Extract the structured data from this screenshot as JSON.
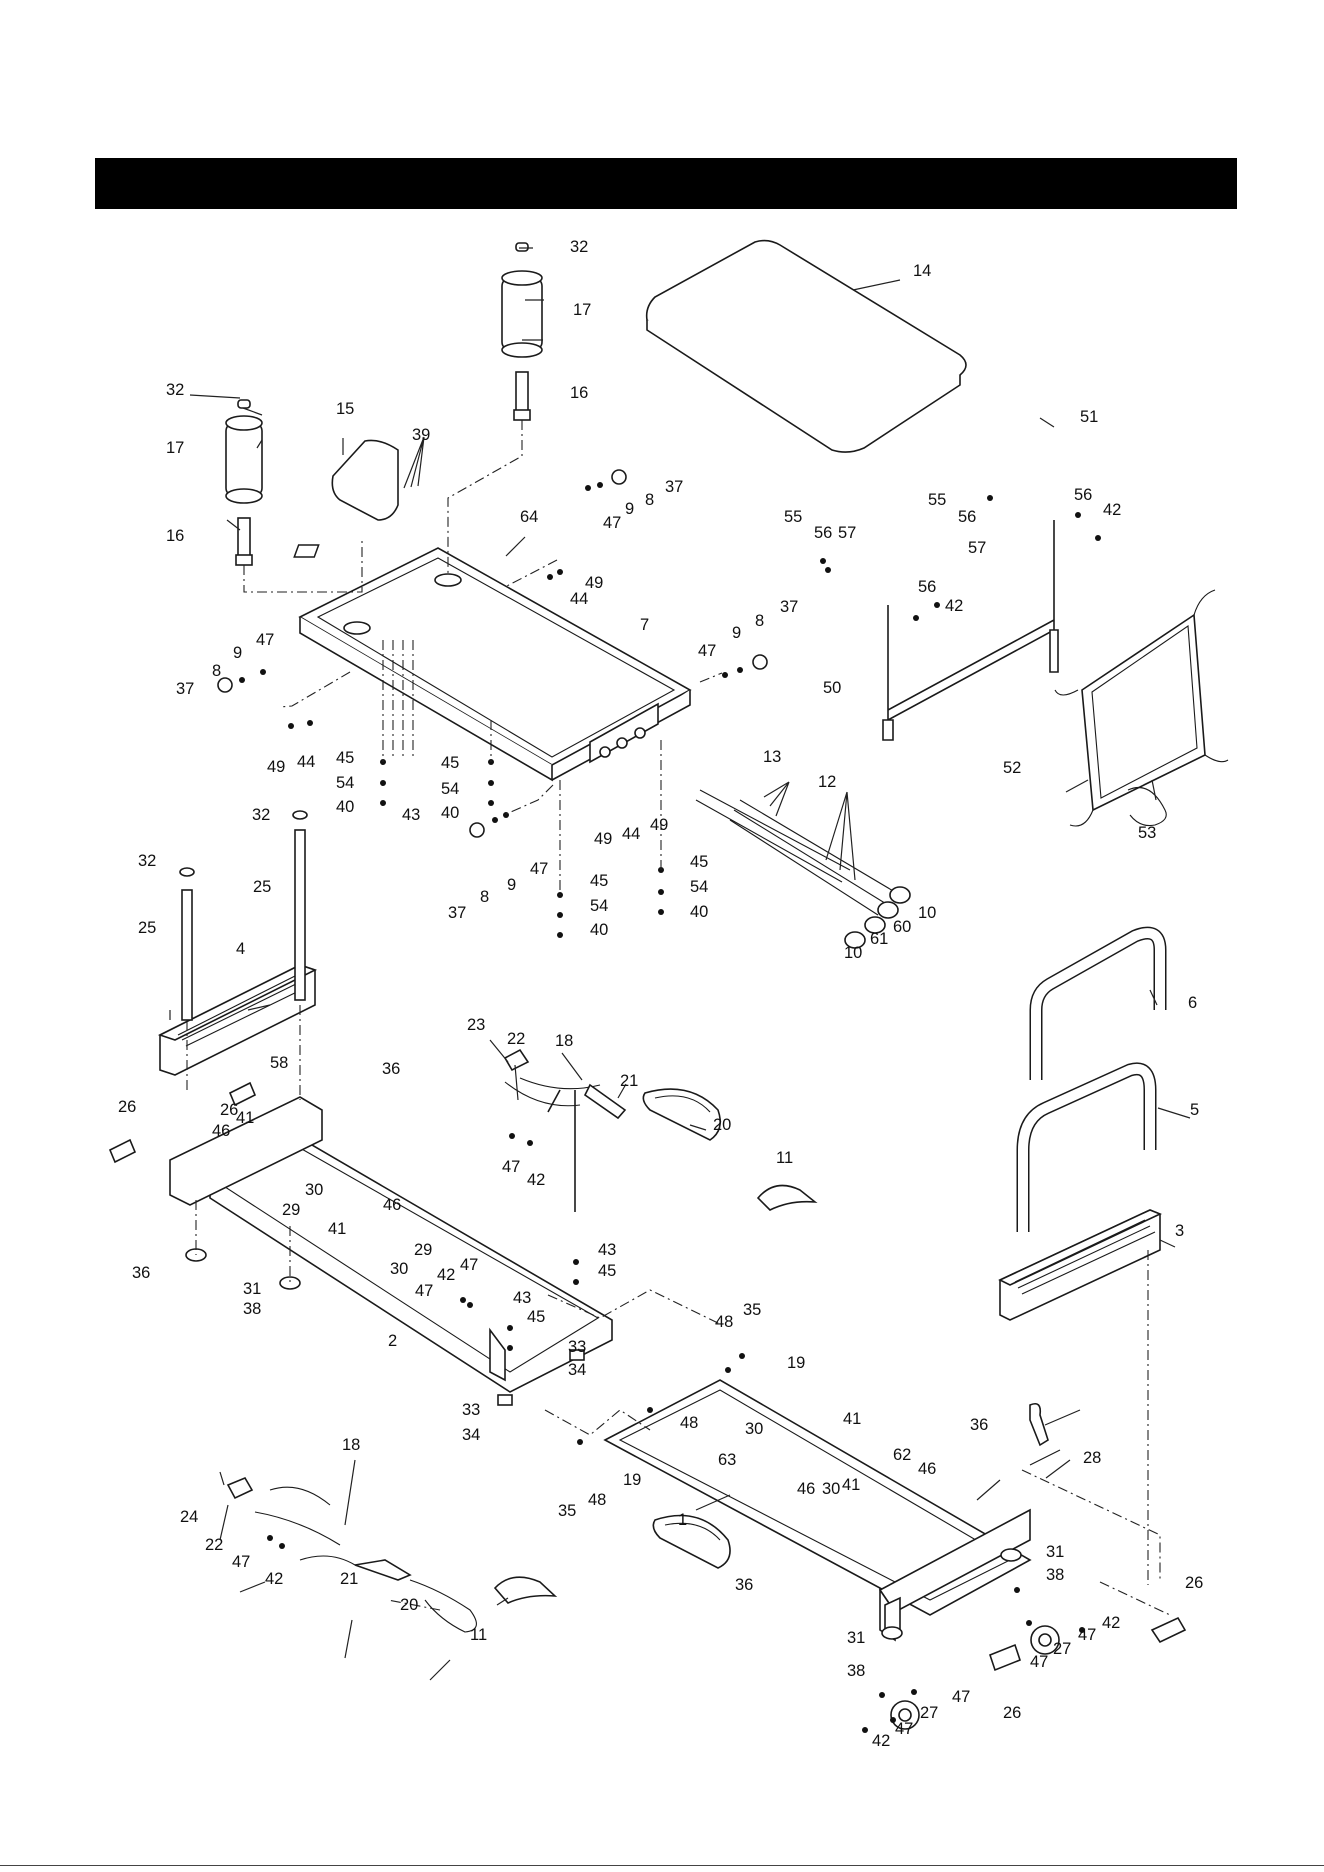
{
  "header": {
    "title": ""
  },
  "parts": [
    {
      "n": "32"
    },
    {
      "n": "17"
    },
    {
      "n": "16"
    },
    {
      "n": "14"
    },
    {
      "n": "15"
    },
    {
      "n": "39"
    },
    {
      "n": "37"
    },
    {
      "n": "8"
    },
    {
      "n": "9"
    },
    {
      "n": "47"
    },
    {
      "n": "64"
    },
    {
      "n": "49"
    },
    {
      "n": "44"
    },
    {
      "n": "7"
    },
    {
      "n": "51"
    },
    {
      "n": "55"
    },
    {
      "n": "56"
    },
    {
      "n": "57"
    },
    {
      "n": "42"
    },
    {
      "n": "50"
    },
    {
      "n": "52"
    },
    {
      "n": "53"
    },
    {
      "n": "13"
    },
    {
      "n": "12"
    },
    {
      "n": "45"
    },
    {
      "n": "54"
    },
    {
      "n": "40"
    },
    {
      "n": "43"
    },
    {
      "n": "10"
    },
    {
      "n": "60"
    },
    {
      "n": "61"
    },
    {
      "n": "25"
    },
    {
      "n": "4"
    },
    {
      "n": "58"
    },
    {
      "n": "6"
    },
    {
      "n": "23"
    },
    {
      "n": "22"
    },
    {
      "n": "18"
    },
    {
      "n": "21"
    },
    {
      "n": "20"
    },
    {
      "n": "11"
    },
    {
      "n": "26"
    },
    {
      "n": "36"
    },
    {
      "n": "46"
    },
    {
      "n": "41"
    },
    {
      "n": "30"
    },
    {
      "n": "29"
    },
    {
      "n": "5"
    },
    {
      "n": "3"
    },
    {
      "n": "31"
    },
    {
      "n": "38"
    },
    {
      "n": "2"
    },
    {
      "n": "33"
    },
    {
      "n": "34"
    },
    {
      "n": "35"
    },
    {
      "n": "48"
    },
    {
      "n": "19"
    },
    {
      "n": "63"
    },
    {
      "n": "62"
    },
    {
      "n": "28"
    },
    {
      "n": "24"
    },
    {
      "n": "1"
    },
    {
      "n": "27"
    }
  ]
}
